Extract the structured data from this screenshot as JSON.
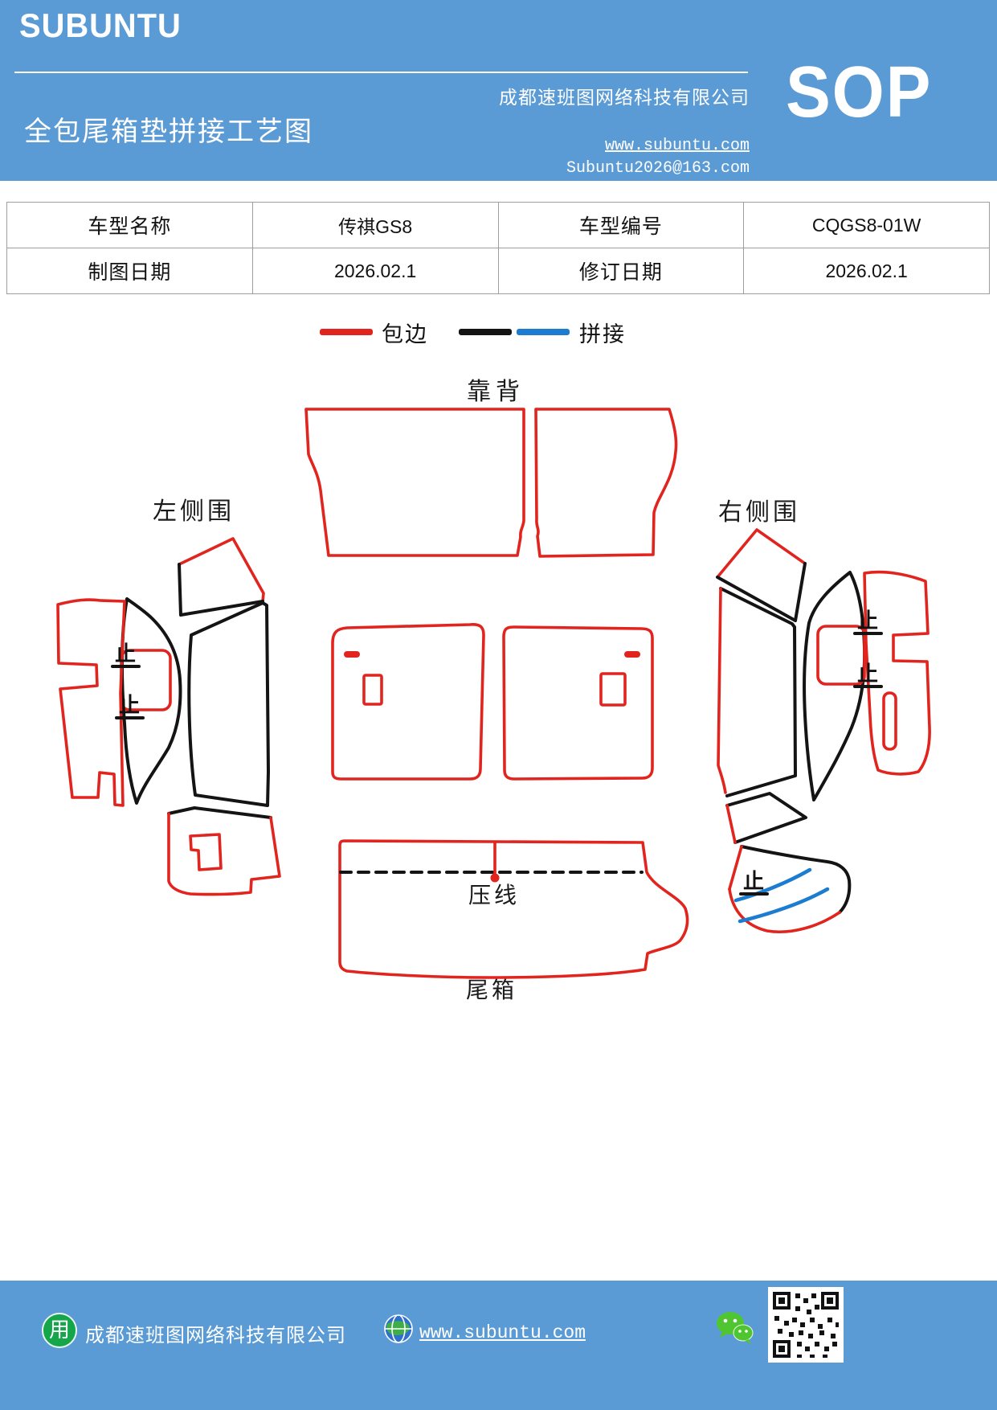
{
  "header": {
    "logo": "SUBUNTU",
    "company": "成都速班图网络科技有限公司",
    "title": "全包尾箱垫拼接工艺图",
    "website": "www.subuntu.com",
    "email": "Subuntu2026@163.com",
    "doc_type": "SOP"
  },
  "table": {
    "cells": [
      [
        "车型名称",
        "传祺GS8",
        "车型编号",
        "CQGS8-01W"
      ],
      [
        "制图日期",
        "2026.02.1",
        "修订日期",
        "2026.02.1"
      ]
    ]
  },
  "legend": {
    "edge_label": "包边",
    "splice_label": "拼接"
  },
  "diagram": {
    "labels": {
      "backrest": "靠背",
      "left_side": "左侧围",
      "right_side": "右侧围",
      "press_line": "压线",
      "trunk": "尾箱",
      "stop": "止"
    }
  },
  "footer": {
    "company": "成都速班图网络科技有限公司",
    "website": "www.subuntu.com"
  },
  "colors": {
    "header_blue": "#5b9bd5",
    "edge_red": "#e2241f",
    "outline_black": "#141414",
    "splice_blue": "#1b7cd0",
    "icon_green": "#15a54a",
    "wechat_green": "#4fc631"
  }
}
